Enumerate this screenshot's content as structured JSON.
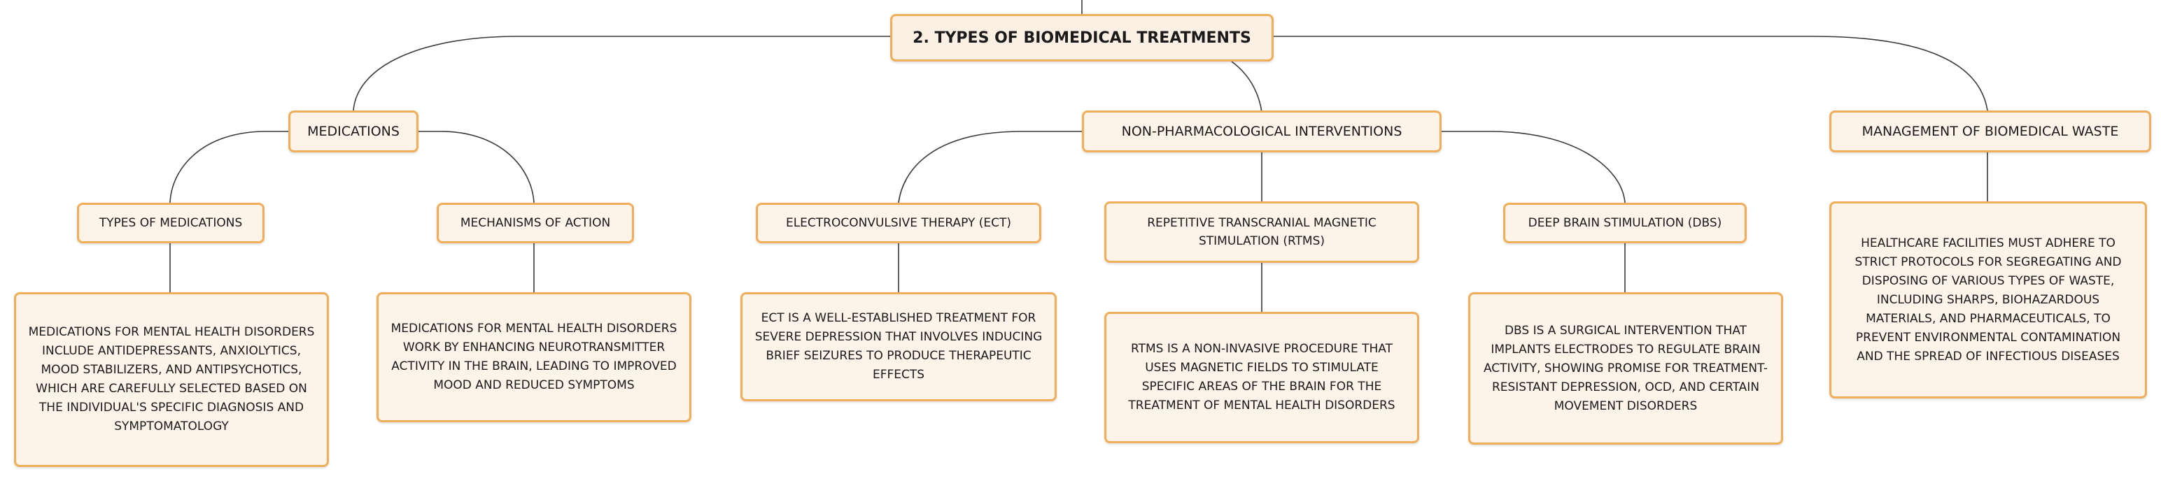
{
  "colors": {
    "node_border": "#f2ad58",
    "node_fill": "#fdf3e9",
    "connector": "#3a3a3a",
    "text": "#1a1a1a"
  },
  "mindmap": {
    "root": "2. Types of Biomedical Treatments",
    "branches": [
      {
        "label": "Medications",
        "children": [
          {
            "label": "Types of Medications",
            "detail": "Medications for mental health disorders include antidepressants, anxiolytics, mood stabilizers, and antipsychotics, which are carefully selected based on the individual's specific diagnosis and symptomatology"
          },
          {
            "label": "Mechanisms of Action",
            "detail": "Medications for mental health disorders work by enhancing neurotransmitter activity in the brain, leading to improved mood and reduced symptoms"
          }
        ]
      },
      {
        "label": "Non-Pharmacological Interventions",
        "children": [
          {
            "label": "Electroconvulsive Therapy (ECT)",
            "detail": "ECT is a well-established treatment for severe depression that involves inducing brief seizures to produce therapeutic effects"
          },
          {
            "label": "Repetitive Transcranial Magnetic Stimulation (rTMS)",
            "detail": "rTMS is a non-invasive procedure that uses magnetic fields to stimulate specific areas of the brain for the treatment of mental health disorders"
          },
          {
            "label": "Deep Brain Stimulation (DBS)",
            "detail": "DBS is a surgical intervention that implants electrodes to regulate brain activity, showing promise for treatment-resistant depression, OCD, and certain movement disorders"
          }
        ]
      },
      {
        "label": "Management of Biomedical Waste",
        "detail": "Healthcare facilities must adhere to strict protocols for segregating and disposing of various types of waste, including sharps, biohazardous materials, and pharmaceuticals, to prevent environmental contamination and the spread of infectious diseases"
      }
    ]
  }
}
